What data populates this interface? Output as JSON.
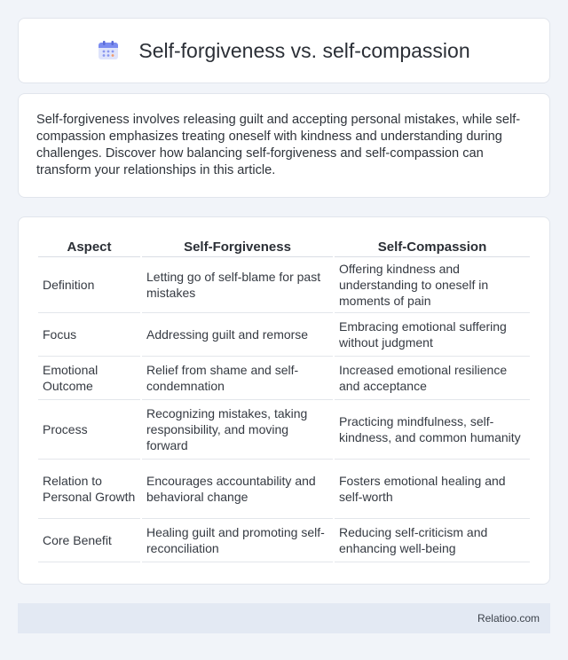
{
  "header": {
    "title": "Self-forgiveness vs. self-compassion",
    "icon": "calendar-icon",
    "icon_color": "#7b8cf0"
  },
  "intro": {
    "text": "Self-forgiveness involves releasing guilt and accepting personal mistakes, while self-compassion emphasizes treating oneself with kindness and understanding during challenges. Discover how balancing self-forgiveness and self-compassion can transform your relationships in this article."
  },
  "table": {
    "headers": [
      "Aspect",
      "Self-Forgiveness",
      "Self-Compassion"
    ],
    "rows": [
      {
        "aspect": "Definition",
        "self_forgiveness": "Letting go of self-blame for past mistakes",
        "self_compassion": "Offering kindness and understanding to oneself in moments of pain"
      },
      {
        "aspect": "Focus",
        "self_forgiveness": "Addressing guilt and remorse",
        "self_compassion": "Embracing emotional suffering without judgment"
      },
      {
        "aspect": "Emotional Outcome",
        "self_forgiveness": "Relief from shame and self-condemnation",
        "self_compassion": "Increased emotional resilience and acceptance"
      },
      {
        "aspect": "Process",
        "self_forgiveness": "Recognizing mistakes, taking responsibility, and moving forward",
        "self_compassion": "Practicing mindfulness, self-kindness, and common humanity"
      },
      {
        "aspect": "Relation to Personal Growth",
        "self_forgiveness": "Encourages accountability and behavioral change",
        "self_compassion": "Fosters emotional healing and self-worth"
      },
      {
        "aspect": "Core Benefit",
        "self_forgiveness": "Healing guilt and promoting self-reconciliation",
        "self_compassion": "Reducing self-criticism and enhancing well-being"
      }
    ]
  },
  "footer": {
    "site": "Relatioo.com"
  }
}
